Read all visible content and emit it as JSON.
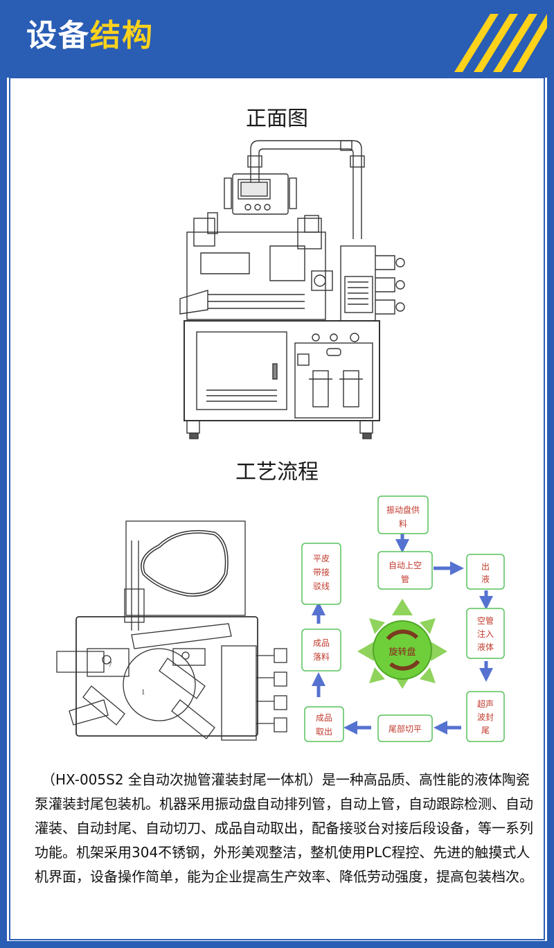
{
  "header": {
    "title_white": "设备",
    "title_yellow": "结构"
  },
  "sections": {
    "front_view": "正面图",
    "process_flow": "工艺流程"
  },
  "flow": {
    "center": "旋转盘",
    "steps": [
      {
        "id": "vibrate",
        "lines": [
          "振动盘供",
          "料"
        ]
      },
      {
        "id": "load",
        "lines": [
          "自动上空",
          "管"
        ]
      },
      {
        "id": "dispense",
        "lines": [
          "出",
          "液"
        ]
      },
      {
        "id": "fill",
        "lines": [
          "空管",
          "注入",
          "液体"
        ]
      },
      {
        "id": "seal",
        "lines": [
          "超声",
          "波封",
          "尾"
        ]
      },
      {
        "id": "trim",
        "lines": [
          "尾部切平"
        ]
      },
      {
        "id": "remove",
        "lines": [
          "成品",
          "取出"
        ]
      },
      {
        "id": "drop",
        "lines": [
          "成品",
          "落料"
        ]
      },
      {
        "id": "belt",
        "lines": [
          "平皮",
          "带接",
          "驳线"
        ]
      }
    ]
  },
  "description": "（HX-005S2 全自动次抛管灌装封尾一体机）是一种高品质、高性能的液体陶瓷泵灌装封尾包装机。机器采用振动盘自动排列管，自动上管，自动跟踪检测、自动灌装、自动封尾、自动切刀、成品自动取出，配备接驳台对接后段设备，等一系列功能。机架采用304不锈钢，外形美观整洁，整机使用PLC程控、先进的触摸式人机界面，设备操作简单，能为企业提高生产效率、降低劳动强度，提高包装档次。",
  "colors": {
    "blue": "#2a5db4",
    "yellow": "#ffd21c",
    "node_border": "#57c25a",
    "node_text": "#c0392b",
    "arrow": "#5572d0",
    "triangle": "#8fd35c"
  }
}
